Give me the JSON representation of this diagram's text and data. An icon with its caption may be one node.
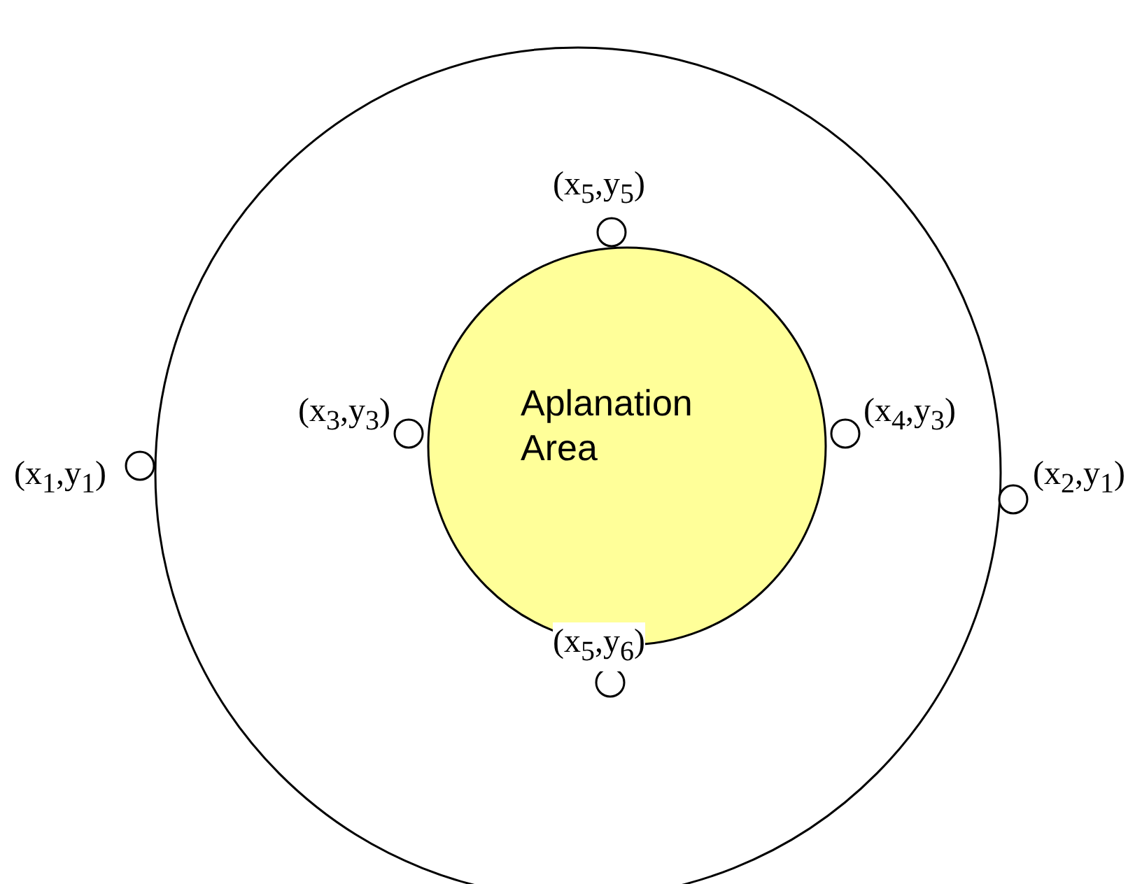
{
  "diagram": {
    "nodes": [
      {
        "text": [],
        "shape": "circle"
      },
      {
        "text": [
          "Aplanation Area"
        ],
        "in": 0
      },
      {
        "text": [],
        "shape": "circle",
        "in": 0,
        "beside": [
          "(x$_{5}$,y$_{5}$)"
        ]
      },
      {
        "text": [],
        "shape": "circle",
        "in": 0,
        "beside": [
          "(x$_{3}$,y$_{3}$)"
        ]
      },
      {
        "text": [],
        "shape": "circle",
        "in": 0,
        "beside": [
          "(x$_{4}$,y$_{3}$)"
        ]
      },
      {
        "text": [],
        "shape": "circle",
        "beside": [
          "(x$_{1}$,y$_{1}$)"
        ]
      },
      {
        "text": [],
        "shape": "circle",
        "beside": [
          "(x$_{2}$,y$_{1}$)"
        ]
      },
      {
        "text": [],
        "shape": "circle",
        "in": 0,
        "beside": [
          "(x$_{5}$,y$_{6}$)"
        ]
      }
    ]
  }
}
